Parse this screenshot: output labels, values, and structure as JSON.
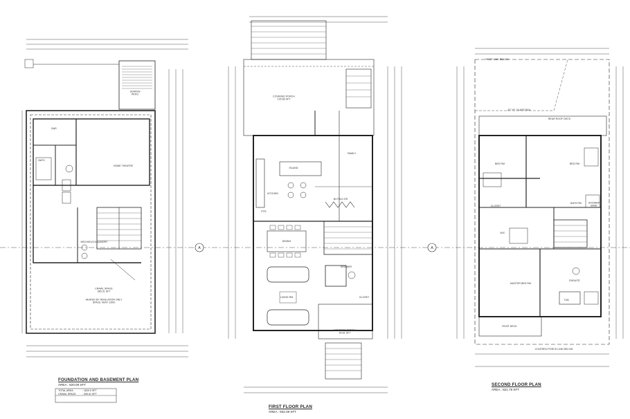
{
  "plans": {
    "basement": {
      "title": "FOUNDATION AND BASEMENT PLAN",
      "area": "AREA : 620.09 SFT",
      "rooms": {
        "bar": "BAR",
        "home_theatre": "HOME THEATRE",
        "bath": "BATH",
        "crawl_space": "CRAWL SPACE\n380.91 SFT",
        "crawl_note": "HEATED BY INSULATION ONLY\nSPACE VENT 1/500",
        "patio": "SUNKEN\nPATIO",
        "mech": "MECH/ELEC/LAUNDRY"
      },
      "totals": {
        "total_area_label": "TOTAL AREA",
        "total_area_value": "1620.0 SFT",
        "crawl_label": "CRAWL SPACE",
        "crawl_value": "399.91 SFT"
      }
    },
    "first_floor": {
      "title": "FIRST FLOOR PLAN",
      "area": "AREA : 932.39 SFT",
      "rooms": {
        "covered_porch_rear": "COVERED PORCH\n125.66 SFT",
        "family": "FAMILY",
        "island": "ISLAND",
        "kitchen": "KITCHEN",
        "dining": "DINING",
        "living_rm": "LIVING RM",
        "shower": "SHOWER",
        "covered_porch_front": "COVERED PORCH\n64.81 SFT",
        "bifold": "BI-FOLD DR",
        "closet": "CLOSET",
        "pantry": "PTR"
      }
    },
    "second_floor": {
      "title": "SECOND FLOOR PLAN",
      "area": "AREA : 821.79 SFT",
      "rooms": {
        "bed_rm_1": "BED RM",
        "bed_rm_2": "BED RM",
        "bed_rm_3": "W/C",
        "closet": "CLOSET",
        "bath_rm": "BATH RM",
        "shower": "SHOWER\nBASE",
        "master": "MASTER BED RM",
        "ensuite": "ENSUITE",
        "tub": "TUB",
        "roof_deck": "ROOF DECK",
        "rear_roof_deck": "REAR ROOF DECK",
        "roof_below": "ROOF LINE BELOW",
        "glass_rail": "42\" HT. GLASS RAIL",
        "porch_line": "COVERED PORCH LINE BELOW"
      }
    }
  },
  "north_marker": "A",
  "colors": {
    "ink": "#222222",
    "background": "#ffffff"
  }
}
